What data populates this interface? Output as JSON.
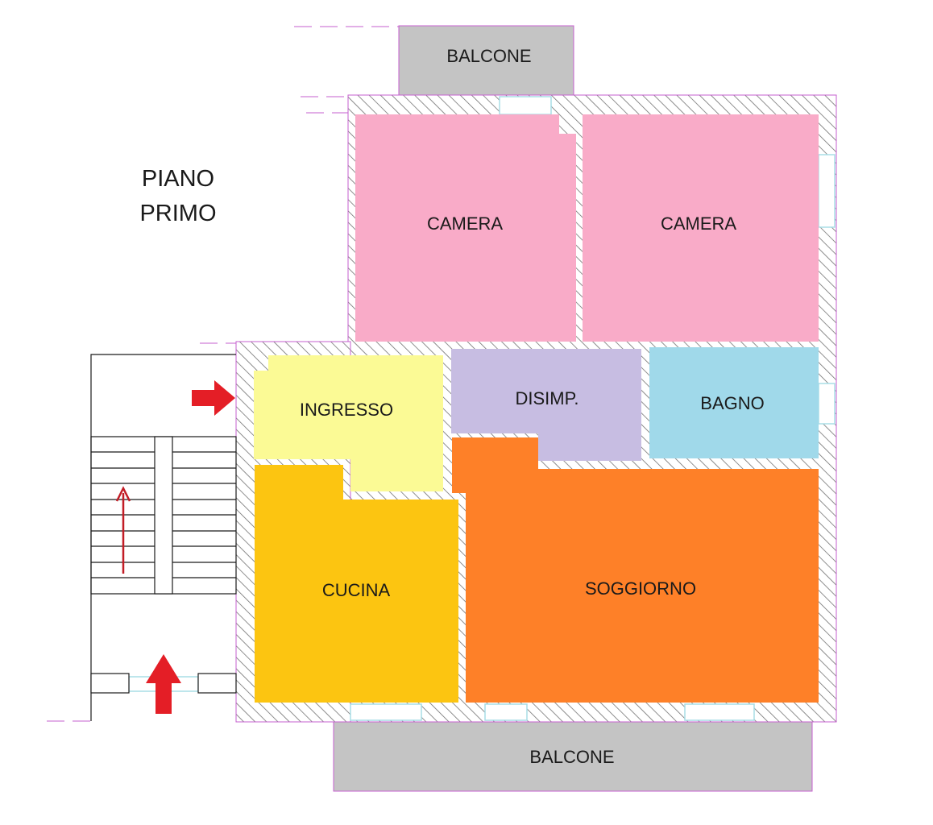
{
  "title": {
    "line1": "PIANO",
    "line2": "PRIMO"
  },
  "rooms": {
    "camera_left": {
      "label": "CAMERA",
      "color": "#f9abc8"
    },
    "camera_right": {
      "label": "CAMERA",
      "color": "#f9abc8"
    },
    "ingresso": {
      "label": "INGRESSO",
      "color": "#fbfa95"
    },
    "disimpegno": {
      "label": "DISIMP.",
      "color": "#c7bde2"
    },
    "bagno": {
      "label": "BAGNO",
      "color": "#a0d9ea"
    },
    "cucina": {
      "label": "CUCINA",
      "color": "#fcc511"
    },
    "soggiorno": {
      "label": "SOGGIORNO",
      "color": "#fe8028"
    },
    "balcone_top": {
      "label": "BALCONE",
      "color": "#c4c4c4"
    },
    "balcone_bottom": {
      "label": "BALCONE",
      "color": "#c4c4c4"
    }
  },
  "colors": {
    "wall_outline": "#c65fcf",
    "window": "#a8dde6",
    "entry_arrow": "#e41e26",
    "stair_arrow": "#c21d26"
  },
  "icons": {
    "entry_arrow": "right-arrow-icon",
    "stair_entry_arrow": "up-arrow-icon",
    "stair_direction_arrow": "up-arrow-icon"
  }
}
